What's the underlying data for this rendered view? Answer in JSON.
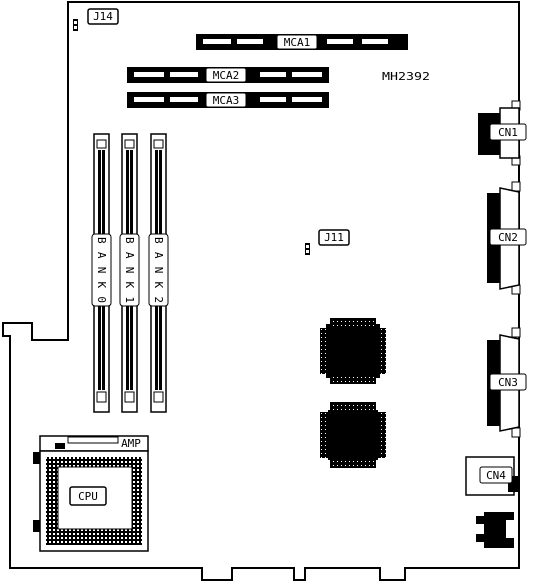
{
  "board_id": "MH2392",
  "jumpers": {
    "j14": "J14",
    "j11": "J11"
  },
  "slots": {
    "mca1": "MCA1",
    "mca2": "MCA2",
    "mca3": "MCA3"
  },
  "banks": {
    "bank0": "BANK0",
    "bank1": "BANK1",
    "bank2": "BANK2"
  },
  "connectors": {
    "cn1": "CN1",
    "cn2": "CN2",
    "cn3": "CN3",
    "cn4": "CN4"
  },
  "cpu": {
    "label": "CPU",
    "socket_brand": "AMP"
  }
}
